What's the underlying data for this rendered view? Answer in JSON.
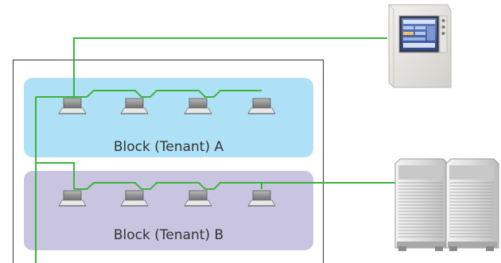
{
  "blocks": [
    {
      "label": "Block (Tenant) A",
      "color": "#aee0f6",
      "units": 4
    },
    {
      "label": "Block (Tenant) B",
      "color": "#c9c4e0",
      "units": 4
    }
  ],
  "colors": {
    "wiring": "#3cb43c",
    "building_outline": "#333333",
    "unit_body": "#8c8c8c",
    "unit_panel": "#e8e8e8"
  },
  "icons": {
    "controller": "central-controller-icon",
    "indoor_unit": "ceiling-cassette-unit-icon",
    "outdoor_unit": "outdoor-unit-icon"
  },
  "outdoor_units": 2
}
